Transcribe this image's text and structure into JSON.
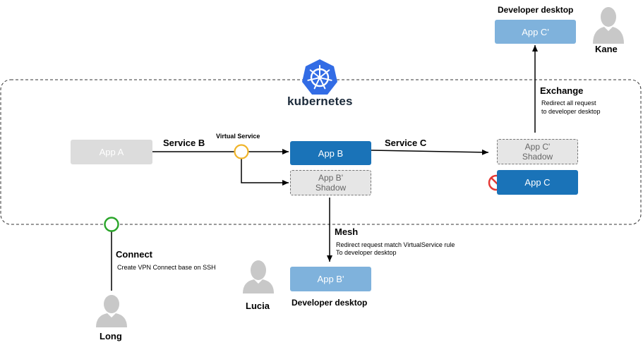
{
  "cluster": {
    "name": "kubernetes"
  },
  "apps": {
    "app_a": "App A",
    "app_b": "App B",
    "app_b_shadow": {
      "line1": "App B'",
      "line2": "Shadow"
    },
    "app_c": "App C",
    "app_c_shadow": {
      "line1": "App C'",
      "line2": "Shadow"
    },
    "app_b_dev": "App B'",
    "app_c_dev": "App C'"
  },
  "edges": {
    "service_b": "Service B",
    "virtual_service": "Virtual Service",
    "service_c": "Service C",
    "mesh": {
      "title": "Mesh",
      "desc_line1": "Redirect request match VirtualService rule",
      "desc_line2": "To developer desktop"
    },
    "exchange": {
      "title": "Exchange",
      "desc_line1": "Redirect all request",
      "desc_line2": "to developer desktop"
    },
    "connect": {
      "title": "Connect",
      "desc": "Create VPN Connect base on SSH"
    }
  },
  "people": {
    "kane": "Kane",
    "lucia": "Lucia",
    "long": "Long"
  },
  "labels": {
    "developer_desktop_top": "Developer desktop",
    "developer_desktop_bottom": "Developer desktop"
  },
  "colors": {
    "primary_blue": "#1a73b8",
    "light_blue": "#7fb2dc",
    "grey_box": "#dcdcdc",
    "virtual_service_ring": "#f0b429",
    "connect_ring": "#2aa52a",
    "forbidden": "#e53935",
    "k8s_logo": "#326ce5"
  },
  "icons": {
    "k8s": "kubernetes-logo-icon",
    "person": "person-silhouette-icon",
    "forbidden": "no-entry-icon"
  }
}
